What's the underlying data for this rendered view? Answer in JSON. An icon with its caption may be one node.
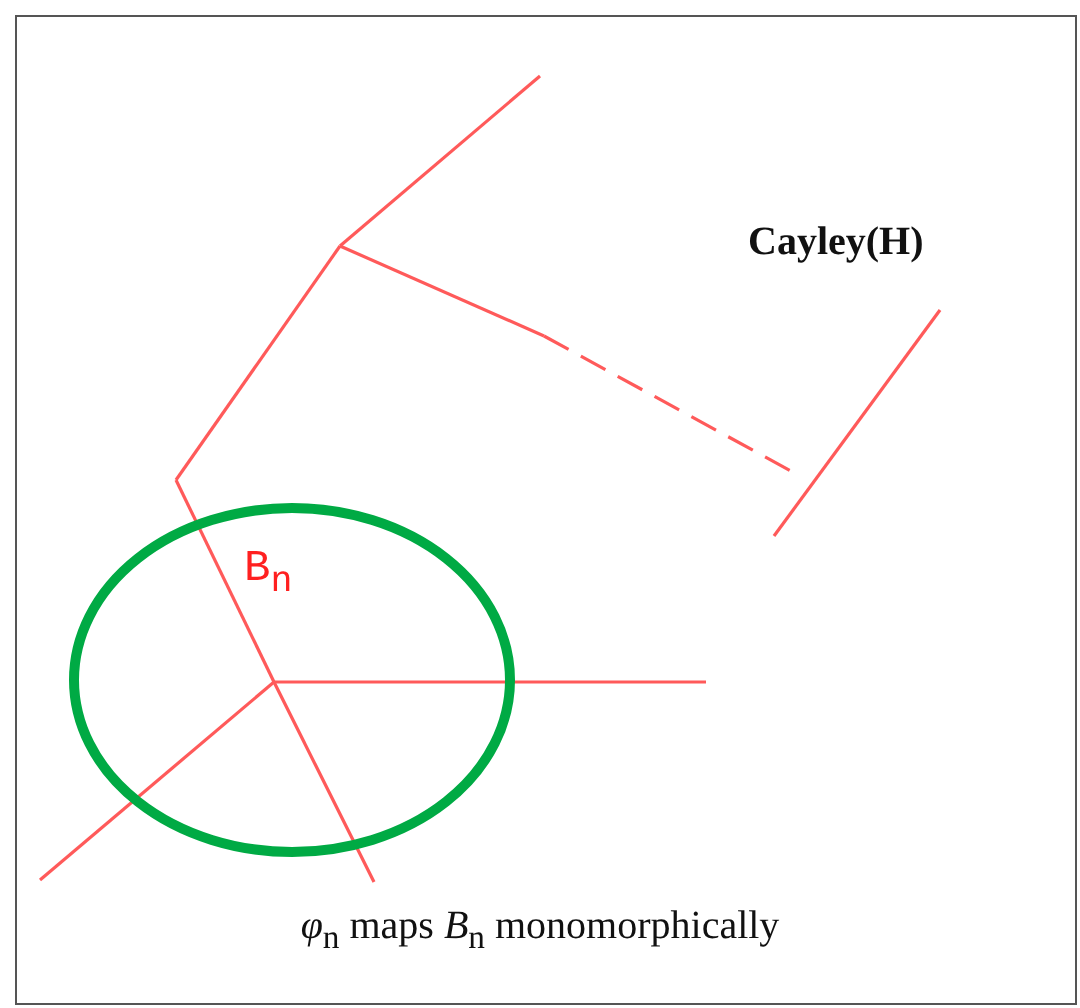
{
  "diagram": {
    "caption": "*φ*$_{n}$ maps *B*$_{n}$ monomorphically",
    "labels": [
      "Cayley(H)",
      "B$_{n}$"
    ]
  }
}
